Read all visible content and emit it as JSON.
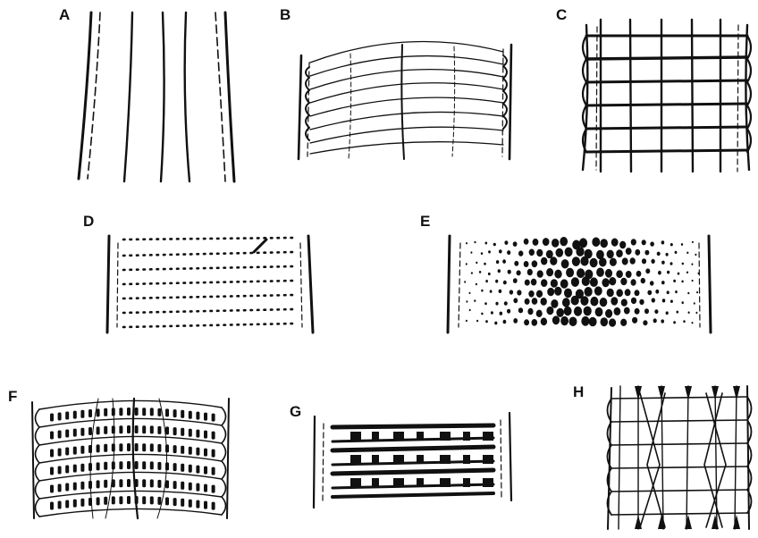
{
  "panels": [
    {
      "id": "A",
      "label": "A"
    },
    {
      "id": "B",
      "label": "B"
    },
    {
      "id": "C",
      "label": "C"
    },
    {
      "id": "D",
      "label": "D"
    },
    {
      "id": "E",
      "label": "E"
    },
    {
      "id": "F",
      "label": "F"
    },
    {
      "id": "G",
      "label": "G"
    },
    {
      "id": "H",
      "label": "H"
    }
  ],
  "colors": {
    "ink": "#111111",
    "background": "#ffffff"
  }
}
